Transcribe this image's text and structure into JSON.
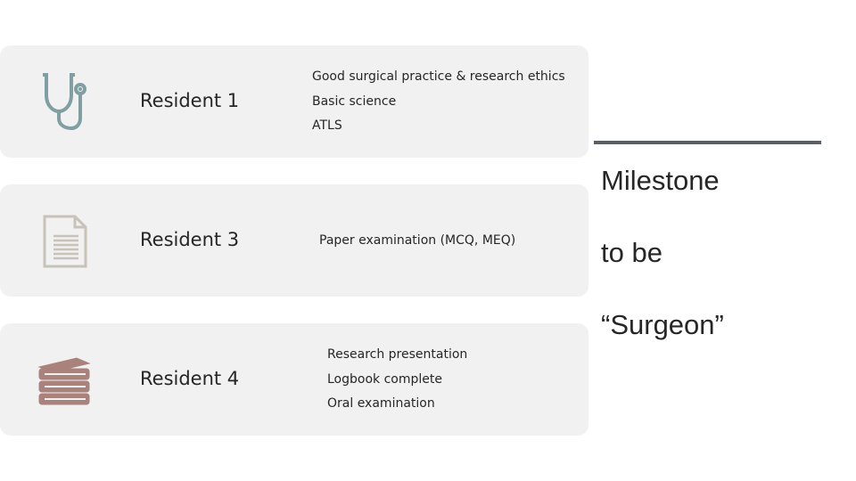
{
  "rows": [
    {
      "resident": "Resident 1",
      "icon": "stethoscope-icon",
      "items": [
        "Good surgical practice & research ethics",
        "Basic science",
        "ATLS"
      ]
    },
    {
      "resident": "Resident 3",
      "icon": "document-icon",
      "items": [
        "Paper examination (MCQ, MEQ)"
      ]
    },
    {
      "resident": "Resident 4",
      "icon": "books-icon",
      "items": [
        "Research presentation",
        "Logbook complete",
        "Oral examination"
      ]
    }
  ],
  "side": {
    "line1": "Milestone",
    "line2": "to be",
    "line3": "“Surgeon”"
  },
  "colors": {
    "panel": "#f1f1f1",
    "stethoscope": "#7f9fa3",
    "document": "#c9c2b9",
    "books": "#a9827c",
    "rule": "#595f66"
  }
}
